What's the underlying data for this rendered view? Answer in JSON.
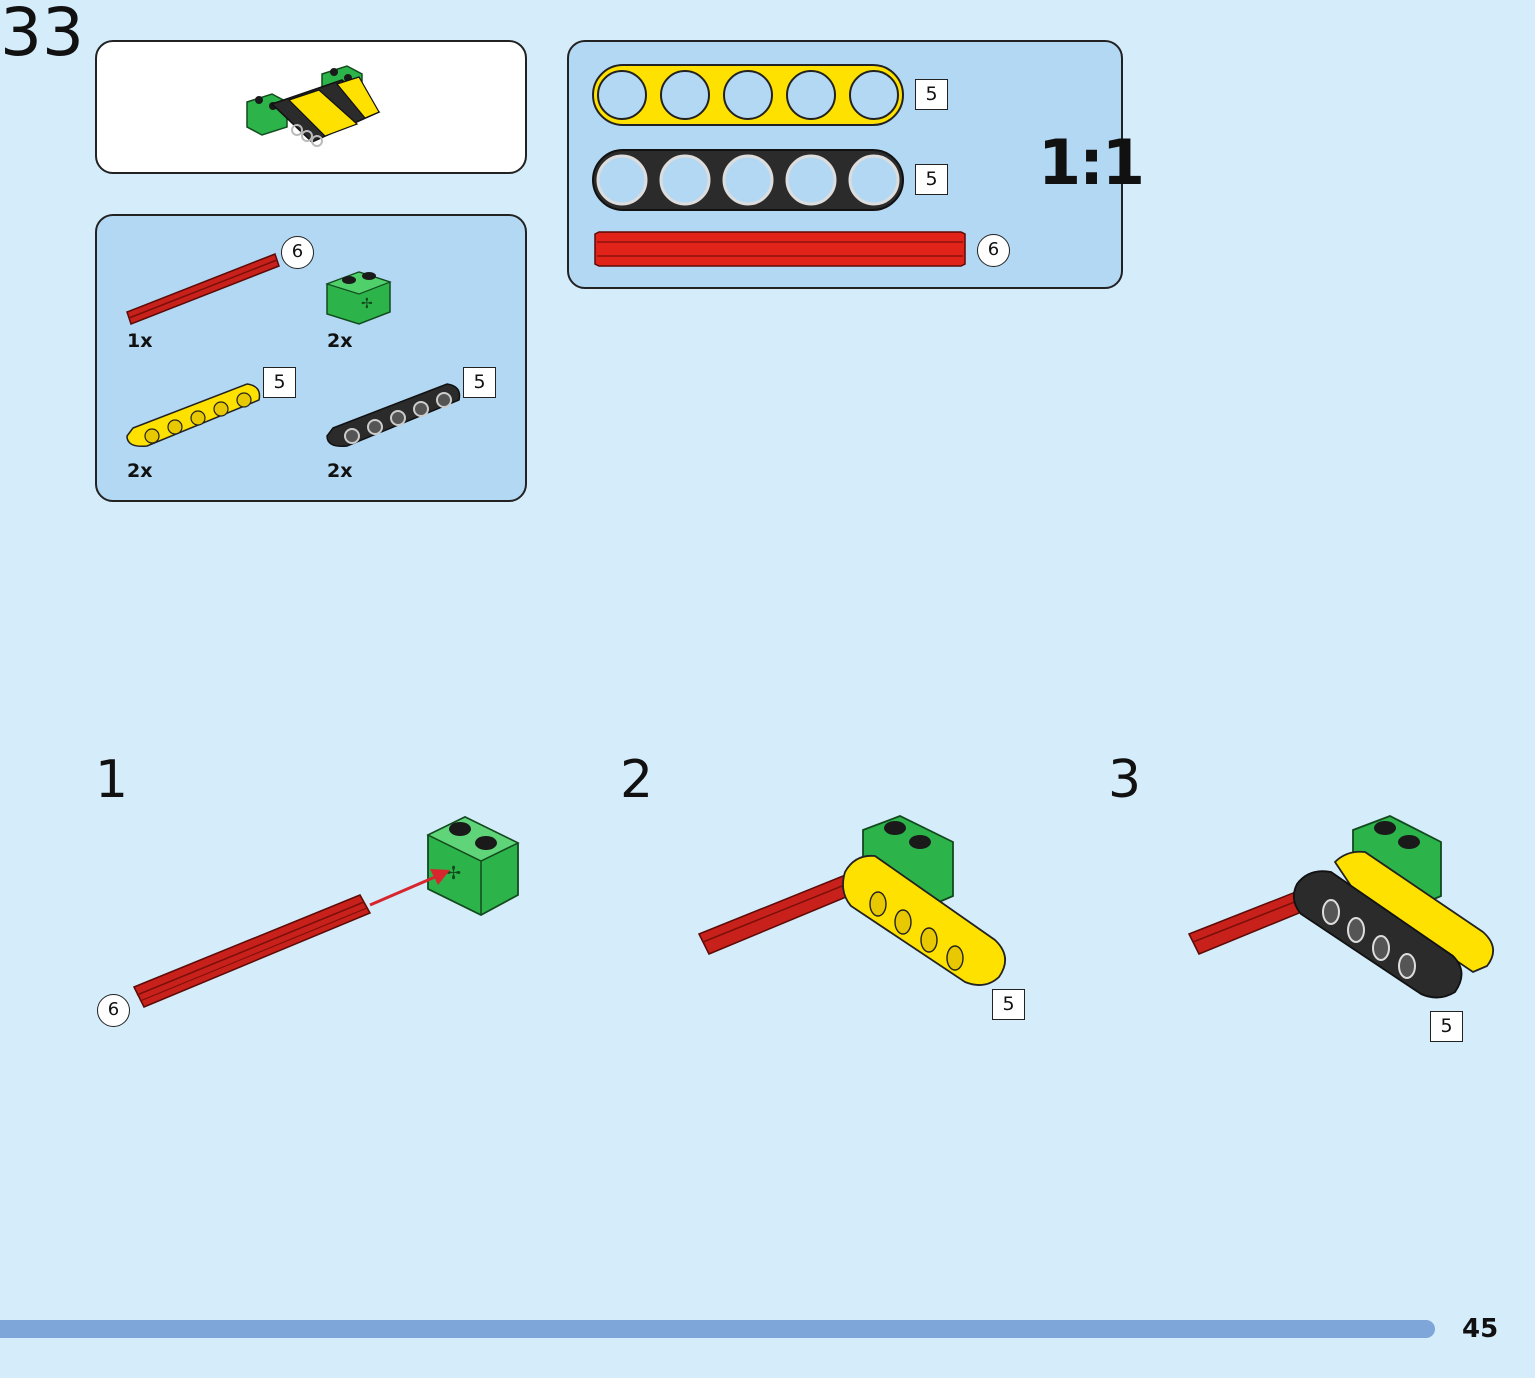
{
  "page": {
    "step_number": "33",
    "page_number": "45"
  },
  "colors": {
    "background": "#d5ecfb",
    "panel_blue": "#b3d8f4",
    "footer_bar": "#7fa6d8",
    "axle_red": "#e2231a",
    "brick_green": "#2cb34a",
    "beam_yellow": "#ffe100",
    "beam_black": "#2b2b2b"
  },
  "parts_list": [
    {
      "part": "red-axle",
      "quantity": "1x",
      "length_label": "6"
    },
    {
      "part": "green-brick",
      "quantity": "2x"
    },
    {
      "part": "yellow-beam",
      "quantity": "2x",
      "length_label": "5"
    },
    {
      "part": "black-beam",
      "quantity": "2x",
      "length_label": "5"
    }
  ],
  "scale_guide": {
    "scale_label": "1:1",
    "yellow_beam_label": "5",
    "black_beam_label": "5",
    "axle_label": "6"
  },
  "sub_steps": [
    {
      "number": "1",
      "callout": "6"
    },
    {
      "number": "2",
      "callout": "5"
    },
    {
      "number": "3",
      "callout": "5"
    }
  ]
}
